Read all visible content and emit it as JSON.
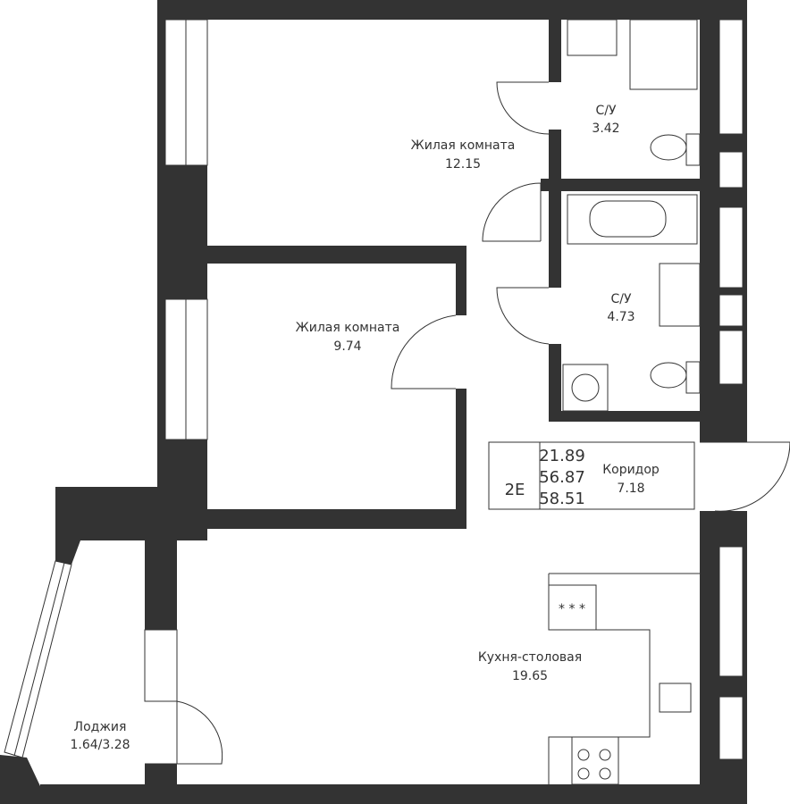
{
  "rooms": {
    "living1": {
      "name": "Жилая комната",
      "area": "12.15"
    },
    "living2": {
      "name": "Жилая комната",
      "area": "9.74"
    },
    "bath1": {
      "name": "С/У",
      "area": "3.42"
    },
    "bath2": {
      "name": "С/У",
      "area": "4.73"
    },
    "corridor": {
      "name": "Коридор",
      "area": "7.18"
    },
    "kitchen": {
      "name": "Кухня-столовая",
      "area": "19.65"
    },
    "loggia": {
      "name": "Лоджия",
      "area": "1.64/3.28"
    }
  },
  "info_box": {
    "type": "2E",
    "values": [
      "21.89",
      "56.87",
      "58.51"
    ]
  },
  "colors": {
    "wall": "#333333"
  }
}
